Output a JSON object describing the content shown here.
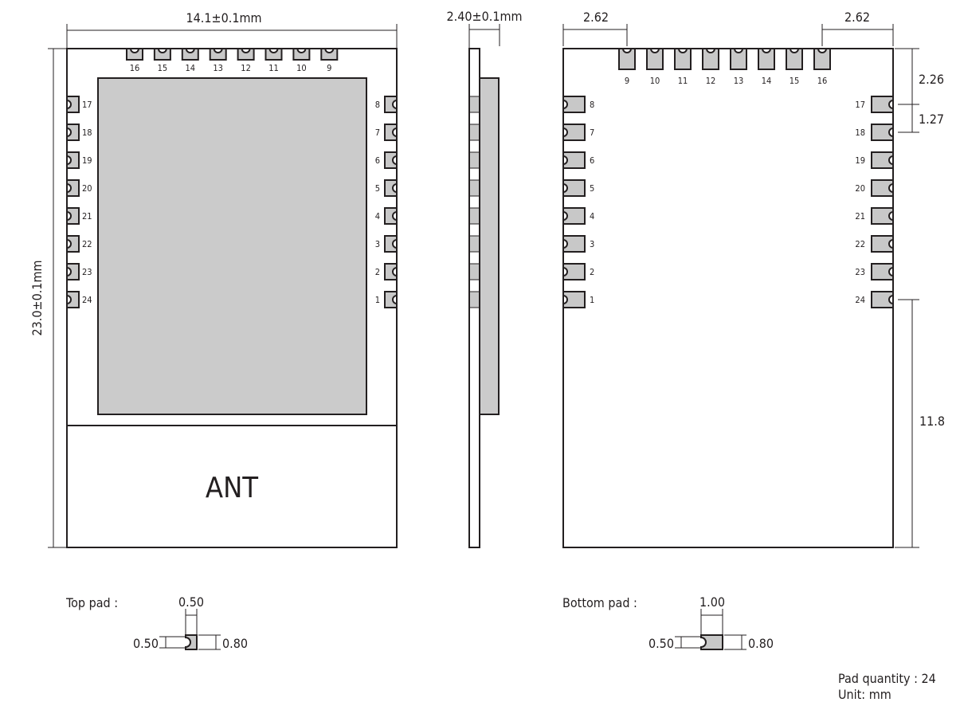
{
  "top_view": {
    "width_dim": "14.1±0.1mm",
    "height_dim": "23.0±0.1mm",
    "antenna_label": "ANT",
    "top_pad_labels": [
      "16",
      "15",
      "14",
      "13",
      "12",
      "11",
      "10",
      "9"
    ],
    "left_pad_labels": [
      "17",
      "18",
      "19",
      "20",
      "21",
      "22",
      "23",
      "24"
    ],
    "right_pad_labels": [
      "8",
      "7",
      "6",
      "5",
      "4",
      "3",
      "2",
      "1"
    ]
  },
  "side_view": {
    "thickness_dim": "2.40±0.1mm"
  },
  "bottom_view": {
    "top_left_dim": "2.62",
    "top_right_dim": "2.62",
    "right_dim_top": "2.26",
    "right_dim_pitch": "1.27",
    "right_dim_bottom": "11.8",
    "top_pad_labels": [
      "9",
      "10",
      "11",
      "12",
      "13",
      "14",
      "15",
      "16"
    ],
    "left_pad_labels": [
      "8",
      "7",
      "6",
      "5",
      "4",
      "3",
      "2",
      "1"
    ],
    "right_pad_labels": [
      "17",
      "18",
      "19",
      "20",
      "21",
      "22",
      "23",
      "24"
    ]
  },
  "top_pad": {
    "title": "Top pad :",
    "width": "0.50",
    "length": "0.50",
    "height": "0.80"
  },
  "bottom_pad": {
    "title": "Bottom pad :",
    "width": "1.00",
    "length": "0.50",
    "height": "0.80"
  },
  "notes": {
    "pad_quantity": "Pad quantity : 24",
    "unit": "Unit:  mm"
  },
  "colors": {
    "line": "#231f20",
    "pad_fill": "#c8c8c8",
    "shield_fill": "#cbcbcb"
  }
}
